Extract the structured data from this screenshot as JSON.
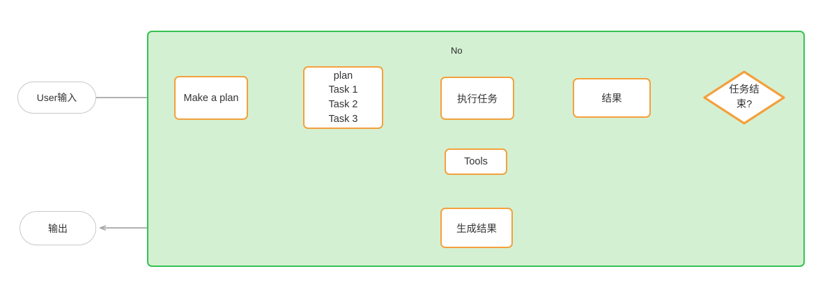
{
  "diagram": {
    "title": "Agent task execution loop flowchart",
    "colors": {
      "group_fill": "#d4f0d2",
      "group_border": "#34c250",
      "node_border": "#f3a03c",
      "terminal_border": "#c8c8c8",
      "edge": "#a6a6a6",
      "text": "#333333",
      "canvas": "#ffffff"
    },
    "nodes": {
      "user_input": {
        "label": "User输入",
        "shape": "rounded-pill"
      },
      "output": {
        "label": "输出",
        "shape": "rounded-pill"
      },
      "make_plan": {
        "label": "Make a plan",
        "shape": "process"
      },
      "plan": {
        "shape": "process",
        "lines": [
          "plan",
          "Task 1",
          "Task 2",
          "Task 3"
        ],
        "line1": "plan",
        "line2": "Task 1",
        "line3": "Task 2",
        "line4": "Task 3"
      },
      "execute_task": {
        "label": "执行任务",
        "shape": "process"
      },
      "tools": {
        "label": "Tools",
        "shape": "process"
      },
      "result": {
        "label": "结果",
        "shape": "process"
      },
      "task_done": {
        "shape": "decision",
        "lines": [
          "任务结",
          "束?"
        ],
        "line1": "任务结",
        "line2": "束?",
        "full_label": "任务结束?"
      },
      "generate_result": {
        "label": "生成结果",
        "shape": "process"
      }
    },
    "edges": {
      "no_loop_label": "No"
    }
  }
}
